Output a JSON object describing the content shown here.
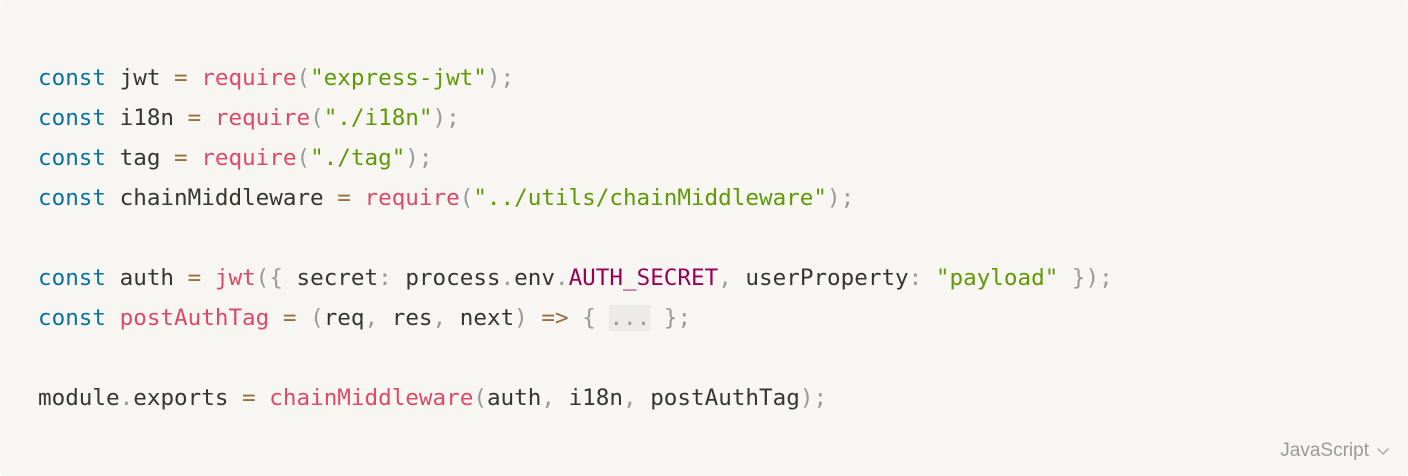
{
  "code_block": {
    "language_label": "JavaScript",
    "lines": [
      {
        "tokens": [
          {
            "t": "const",
            "c": "kw"
          },
          {
            "t": " jwt ",
            "c": "plain"
          },
          {
            "t": "=",
            "c": "op"
          },
          {
            "t": " ",
            "c": "plain"
          },
          {
            "t": "require",
            "c": "fn"
          },
          {
            "t": "(",
            "c": "punc"
          },
          {
            "t": "\"express-jwt\"",
            "c": "str"
          },
          {
            "t": ")",
            "c": "punc"
          },
          {
            "t": ";",
            "c": "punc"
          }
        ]
      },
      {
        "tokens": [
          {
            "t": "const",
            "c": "kw"
          },
          {
            "t": " i18n ",
            "c": "plain"
          },
          {
            "t": "=",
            "c": "op"
          },
          {
            "t": " ",
            "c": "plain"
          },
          {
            "t": "require",
            "c": "fn"
          },
          {
            "t": "(",
            "c": "punc"
          },
          {
            "t": "\"./i18n\"",
            "c": "str"
          },
          {
            "t": ")",
            "c": "punc"
          },
          {
            "t": ";",
            "c": "punc"
          }
        ]
      },
      {
        "tokens": [
          {
            "t": "const",
            "c": "kw"
          },
          {
            "t": " tag ",
            "c": "plain"
          },
          {
            "t": "=",
            "c": "op"
          },
          {
            "t": " ",
            "c": "plain"
          },
          {
            "t": "require",
            "c": "fn"
          },
          {
            "t": "(",
            "c": "punc"
          },
          {
            "t": "\"./tag\"",
            "c": "str"
          },
          {
            "t": ")",
            "c": "punc"
          },
          {
            "t": ";",
            "c": "punc"
          }
        ]
      },
      {
        "tokens": [
          {
            "t": "const",
            "c": "kw"
          },
          {
            "t": " chainMiddleware ",
            "c": "plain"
          },
          {
            "t": "=",
            "c": "op"
          },
          {
            "t": " ",
            "c": "plain"
          },
          {
            "t": "require",
            "c": "fn"
          },
          {
            "t": "(",
            "c": "punc"
          },
          {
            "t": "\"../utils/chainMiddleware\"",
            "c": "str"
          },
          {
            "t": ")",
            "c": "punc"
          },
          {
            "t": ";",
            "c": "punc"
          }
        ]
      },
      {
        "tokens": []
      },
      {
        "tokens": [
          {
            "t": "const",
            "c": "kw"
          },
          {
            "t": " auth ",
            "c": "plain"
          },
          {
            "t": "=",
            "c": "op"
          },
          {
            "t": " ",
            "c": "plain"
          },
          {
            "t": "jwt",
            "c": "fn"
          },
          {
            "t": "({",
            "c": "punc"
          },
          {
            "t": " secret",
            "c": "plain"
          },
          {
            "t": ":",
            "c": "punc"
          },
          {
            "t": " process",
            "c": "plain"
          },
          {
            "t": ".",
            "c": "punc"
          },
          {
            "t": "env",
            "c": "plain"
          },
          {
            "t": ".",
            "c": "punc"
          },
          {
            "t": "AUTH_SECRET",
            "c": "const"
          },
          {
            "t": ",",
            "c": "punc"
          },
          {
            "t": " userProperty",
            "c": "plain"
          },
          {
            "t": ":",
            "c": "punc"
          },
          {
            "t": " ",
            "c": "plain"
          },
          {
            "t": "\"payload\"",
            "c": "str"
          },
          {
            "t": " })",
            "c": "punc"
          },
          {
            "t": ";",
            "c": "punc"
          }
        ]
      },
      {
        "tokens": [
          {
            "t": "const",
            "c": "kw"
          },
          {
            "t": " ",
            "c": "plain"
          },
          {
            "t": "postAuthTag",
            "c": "fn"
          },
          {
            "t": " ",
            "c": "plain"
          },
          {
            "t": "=",
            "c": "op"
          },
          {
            "t": " ",
            "c": "plain"
          },
          {
            "t": "(",
            "c": "punc"
          },
          {
            "t": "req",
            "c": "plain"
          },
          {
            "t": ",",
            "c": "punc"
          },
          {
            "t": " res",
            "c": "plain"
          },
          {
            "t": ",",
            "c": "punc"
          },
          {
            "t": " next",
            "c": "plain"
          },
          {
            "t": ")",
            "c": "punc"
          },
          {
            "t": " ",
            "c": "plain"
          },
          {
            "t": "=>",
            "c": "op"
          },
          {
            "t": " ",
            "c": "plain"
          },
          {
            "t": "{",
            "c": "punc"
          },
          {
            "t": " ",
            "c": "plain"
          },
          {
            "t": "...",
            "c": "ellipsis"
          },
          {
            "t": " ",
            "c": "plain"
          },
          {
            "t": "}",
            "c": "punc"
          },
          {
            "t": ";",
            "c": "punc"
          }
        ]
      },
      {
        "tokens": []
      },
      {
        "tokens": [
          {
            "t": "module",
            "c": "plain"
          },
          {
            "t": ".",
            "c": "punc"
          },
          {
            "t": "exports",
            "c": "plain"
          },
          {
            "t": " ",
            "c": "plain"
          },
          {
            "t": "=",
            "c": "op"
          },
          {
            "t": " ",
            "c": "plain"
          },
          {
            "t": "chainMiddleware",
            "c": "fn"
          },
          {
            "t": "(",
            "c": "punc"
          },
          {
            "t": "auth",
            "c": "plain"
          },
          {
            "t": ",",
            "c": "punc"
          },
          {
            "t": " i18n",
            "c": "plain"
          },
          {
            "t": ",",
            "c": "punc"
          },
          {
            "t": " postAuthTag",
            "c": "plain"
          },
          {
            "t": ")",
            "c": "punc"
          },
          {
            "t": ";",
            "c": "punc"
          }
        ]
      }
    ]
  },
  "colors": {
    "background": "#f7f6f3",
    "keyword": "#07739e",
    "function": "#dd4a68",
    "string": "#5f9a05",
    "operator": "#9a6e3a",
    "constant": "#990055",
    "text": "#37352f",
    "muted": "#9b9a97"
  },
  "icons": {
    "language_dropdown": "chevron-down-icon"
  }
}
